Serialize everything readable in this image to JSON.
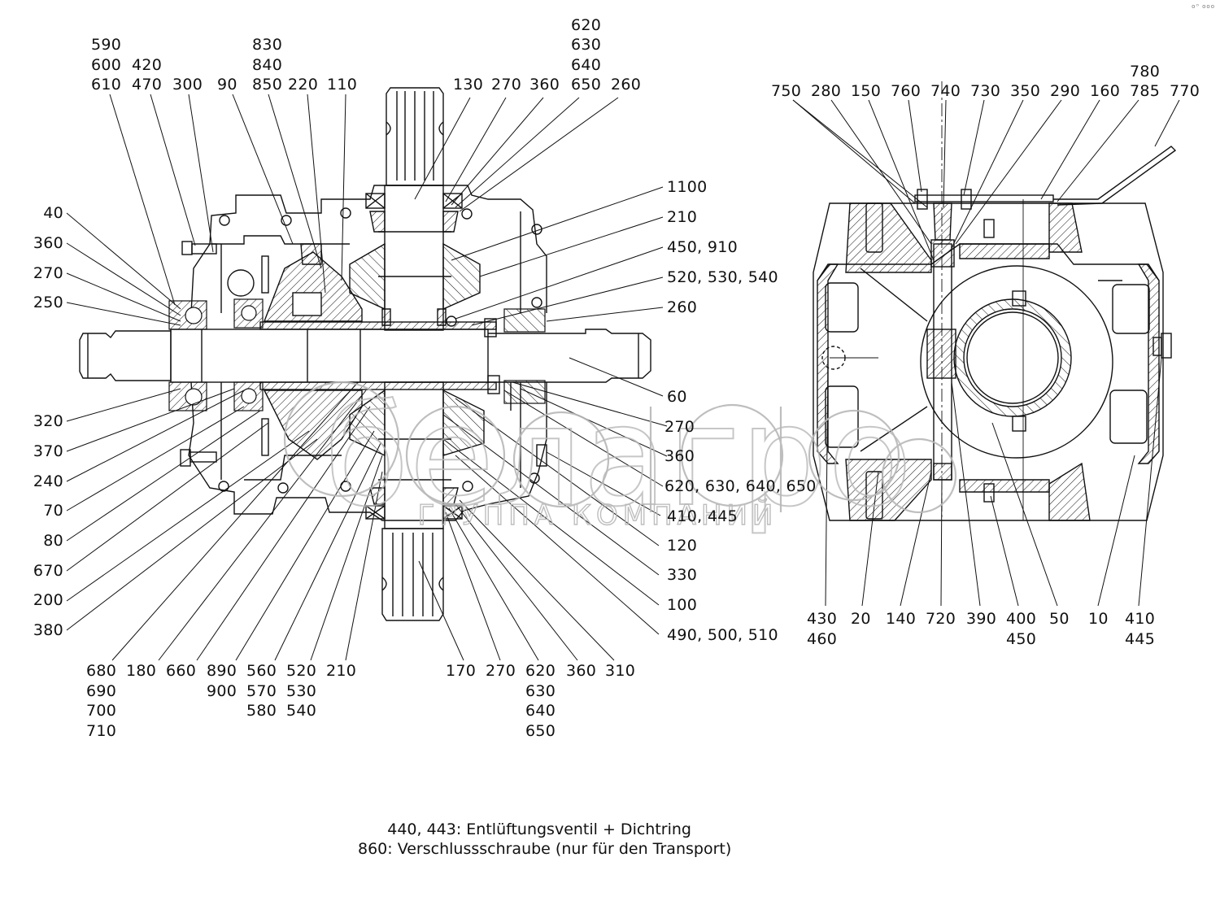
{
  "document": {
    "type": "exploded parts section drawing",
    "corner_mark": "oᴼ ooo"
  },
  "left_view": {
    "top_labels": [
      {
        "id": "top-590-600-610",
        "lines": [
          "590",
          "600",
          "610"
        ]
      },
      {
        "id": "top-420-470",
        "lines": [
          "420",
          "470"
        ]
      },
      {
        "id": "top-300",
        "lines": [
          "300"
        ]
      },
      {
        "id": "top-90",
        "lines": [
          "90"
        ]
      },
      {
        "id": "top-830-840-850",
        "lines": [
          "830",
          "840",
          "850"
        ]
      },
      {
        "id": "top-220",
        "lines": [
          "220"
        ]
      },
      {
        "id": "top-110",
        "lines": [
          "110"
        ]
      },
      {
        "id": "top-130",
        "lines": [
          "130"
        ]
      },
      {
        "id": "top-270",
        "lines": [
          "270"
        ]
      },
      {
        "id": "top-360",
        "lines": [
          "360"
        ]
      },
      {
        "id": "top-620-650",
        "lines": [
          "620",
          "630",
          "640",
          "650"
        ]
      },
      {
        "id": "top-260",
        "lines": [
          "260"
        ]
      }
    ],
    "left_labels": [
      "40",
      "360",
      "270",
      "250",
      "320",
      "370",
      "240",
      "70",
      "80",
      "670",
      "200",
      "380"
    ],
    "right_labels": [
      "1100",
      "210",
      "450, 910",
      "520, 530, 540",
      "260",
      "60",
      "270",
      "360",
      "620, 630, 640, 650",
      "410, 445",
      "120",
      "330",
      "100",
      "490, 500, 510"
    ],
    "bottom_labels": [
      {
        "id": "bot-680-710",
        "lines": [
          "680",
          "690",
          "700",
          "710"
        ]
      },
      {
        "id": "bot-180",
        "lines": [
          "180"
        ]
      },
      {
        "id": "bot-660",
        "lines": [
          "660"
        ]
      },
      {
        "id": "bot-890-900",
        "lines": [
          "890",
          "900"
        ]
      },
      {
        "id": "bot-560-580",
        "lines": [
          "560",
          "570",
          "580"
        ]
      },
      {
        "id": "bot-520-540",
        "lines": [
          "520",
          "530",
          "540"
        ]
      },
      {
        "id": "bot-210",
        "lines": [
          "210"
        ]
      },
      {
        "id": "bot-170",
        "lines": [
          "170"
        ]
      },
      {
        "id": "bot-270",
        "lines": [
          "270"
        ]
      },
      {
        "id": "bot-620-650",
        "lines": [
          "620",
          "630",
          "640",
          "650"
        ]
      },
      {
        "id": "bot-360",
        "lines": [
          "360"
        ]
      },
      {
        "id": "bot-310",
        "lines": [
          "310"
        ]
      }
    ]
  },
  "right_view": {
    "top_labels": [
      {
        "id": "r-750",
        "lines": [
          "750"
        ]
      },
      {
        "id": "r-280",
        "lines": [
          "280"
        ]
      },
      {
        "id": "r-150",
        "lines": [
          "150"
        ]
      },
      {
        "id": "r-760",
        "lines": [
          "760"
        ]
      },
      {
        "id": "r-740",
        "lines": [
          "740"
        ]
      },
      {
        "id": "r-730",
        "lines": [
          "730"
        ]
      },
      {
        "id": "r-350",
        "lines": [
          "350"
        ]
      },
      {
        "id": "r-290",
        "lines": [
          "290"
        ]
      },
      {
        "id": "r-160",
        "lines": [
          "160"
        ]
      },
      {
        "id": "r-780-785",
        "lines": [
          "780",
          "785"
        ]
      },
      {
        "id": "r-770",
        "lines": [
          "770"
        ]
      }
    ],
    "bottom_labels": [
      {
        "id": "rb-430-460",
        "lines": [
          "430",
          "460"
        ]
      },
      {
        "id": "rb-20",
        "lines": [
          "20"
        ]
      },
      {
        "id": "rb-140",
        "lines": [
          "140"
        ]
      },
      {
        "id": "rb-720",
        "lines": [
          "720"
        ]
      },
      {
        "id": "rb-390",
        "lines": [
          "390"
        ]
      },
      {
        "id": "rb-400-450",
        "lines": [
          "400",
          "450"
        ]
      },
      {
        "id": "rb-50",
        "lines": [
          "50"
        ]
      },
      {
        "id": "rb-10",
        "lines": [
          "10"
        ]
      },
      {
        "id": "rb-410-445",
        "lines": [
          "410",
          "445"
        ]
      }
    ]
  },
  "notes": [
    "      440, 443: Entlüftungsventil + Dichtring",
    "860: Verschlussschraube (nur für den Transport)"
  ],
  "watermark": {
    "logo_text": "белагро",
    "subtitle": "ГРУППА КОМПАНИЙ",
    "color": "#b8b8b8"
  },
  "colors": {
    "line": "#111111",
    "background": "#ffffff"
  }
}
